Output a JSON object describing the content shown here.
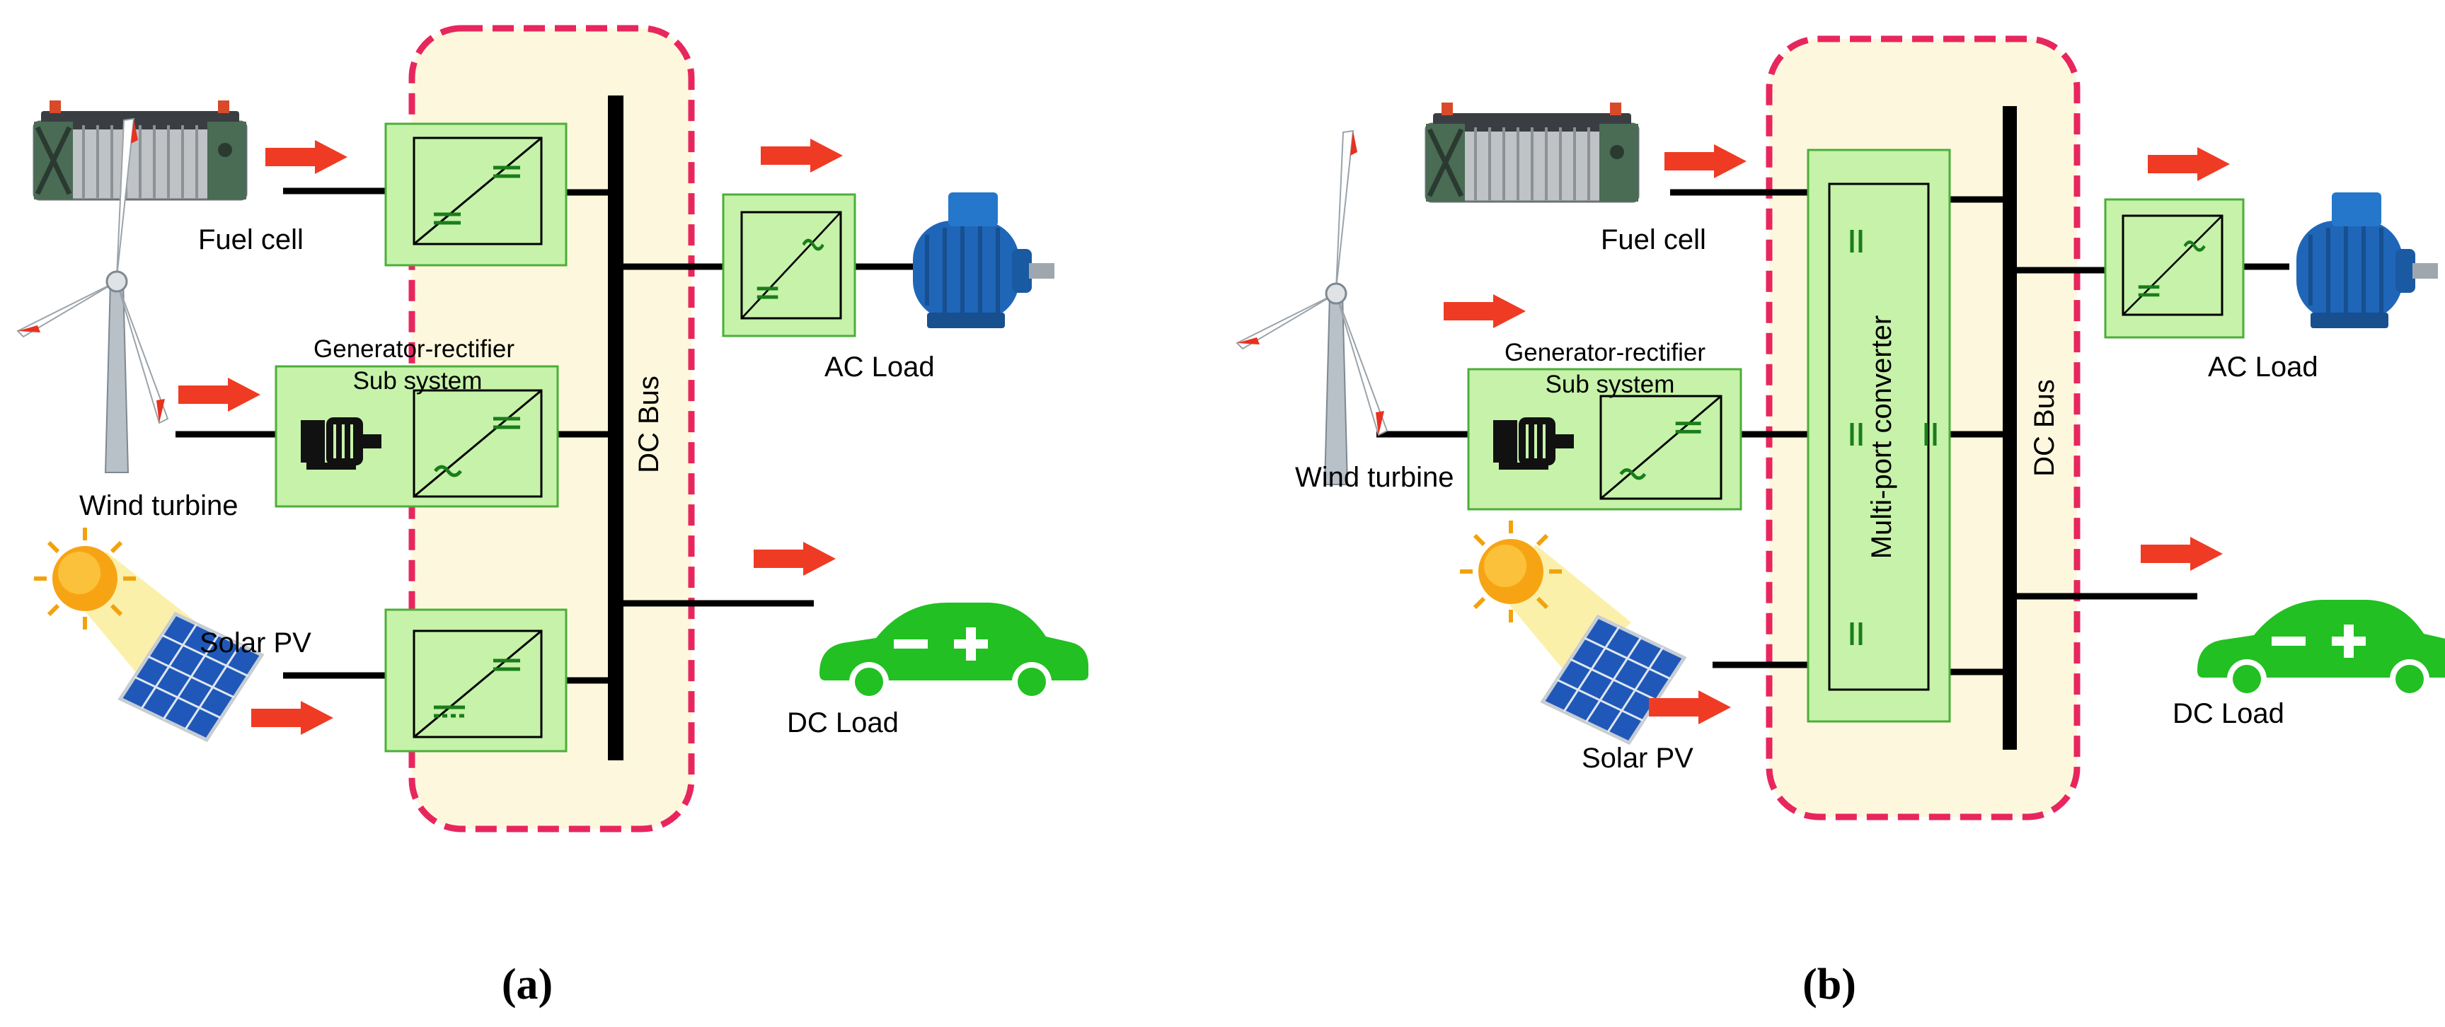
{
  "colors": {
    "converter_fill": "#c6f2aa",
    "converter_stroke": "#4cae3a",
    "symbol": "#1a7d1a",
    "boundary": "#e8265e",
    "boundary_fill": "#fdf8dd",
    "arrow": "#ef3b24",
    "bus": "#000000",
    "ev": "#22c022"
  },
  "panel_a": {
    "fuel_cell": "Fuel cell",
    "generator_line1": "Generator-rectifier",
    "generator_line2": "Sub system",
    "wind_turbine": "Wind turbine",
    "solar_pv": "Solar PV",
    "dc_bus": "DC Bus",
    "ac_load": "AC Load",
    "dc_load": "DC Load",
    "caption": "(a)"
  },
  "panel_b": {
    "fuel_cell": "Fuel cell",
    "generator_line1": "Generator-rectifier",
    "generator_line2": "Sub system",
    "wind_turbine": "Wind turbine",
    "solar_pv": "Solar PV",
    "dc_bus": "DC Bus",
    "multiport": "Multi-port converter",
    "ac_load": "AC Load",
    "dc_load": "DC Load",
    "caption": "(b)"
  },
  "icons": [
    "fuel-cell-icon",
    "wind-turbine-icon",
    "generator-icon",
    "sun-icon",
    "solar-panel-icon",
    "ac-motor-icon",
    "electric-car-icon",
    "flow-arrow-icon"
  ]
}
